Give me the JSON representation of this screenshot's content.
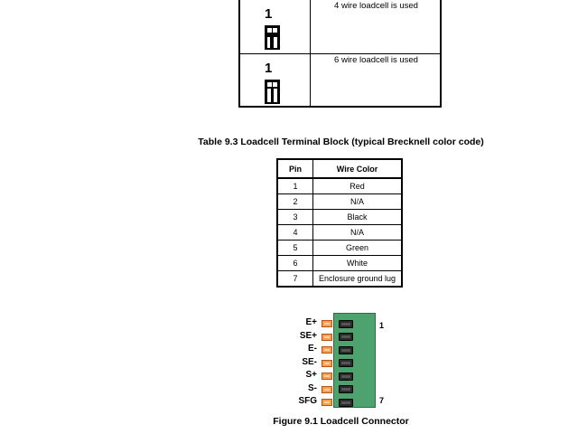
{
  "jumper_table": {
    "rows": [
      {
        "pin_number": "1",
        "description": "4 wire loadcell is used",
        "jumper": "installed"
      },
      {
        "pin_number": "1",
        "description": "6 wire loadcell is used",
        "jumper": "removed"
      }
    ]
  },
  "terminal_table": {
    "caption": "Table 9.3  Loadcell Terminal Block (typical Brecknell color code)",
    "headers": [
      "Pin",
      "Wire Color"
    ],
    "rows": [
      [
        "1",
        "Red"
      ],
      [
        "2",
        "N/A"
      ],
      [
        "3",
        "Black"
      ],
      [
        "4",
        "N/A"
      ],
      [
        "5",
        "Green"
      ],
      [
        "6",
        "White"
      ],
      [
        "7",
        "Enclosure ground lug"
      ]
    ]
  },
  "connector_figure": {
    "caption": "Figure 9.1  Loadcell Connector",
    "pins": [
      "E+",
      "SE+",
      "E-",
      "SE-",
      "S+",
      "S-",
      "SFG"
    ],
    "first_pin_number": "1",
    "last_pin_number": "7",
    "colors": {
      "body": "#4ea26e",
      "pin": "#f6a04d",
      "slot": "#2b2b2b"
    }
  }
}
